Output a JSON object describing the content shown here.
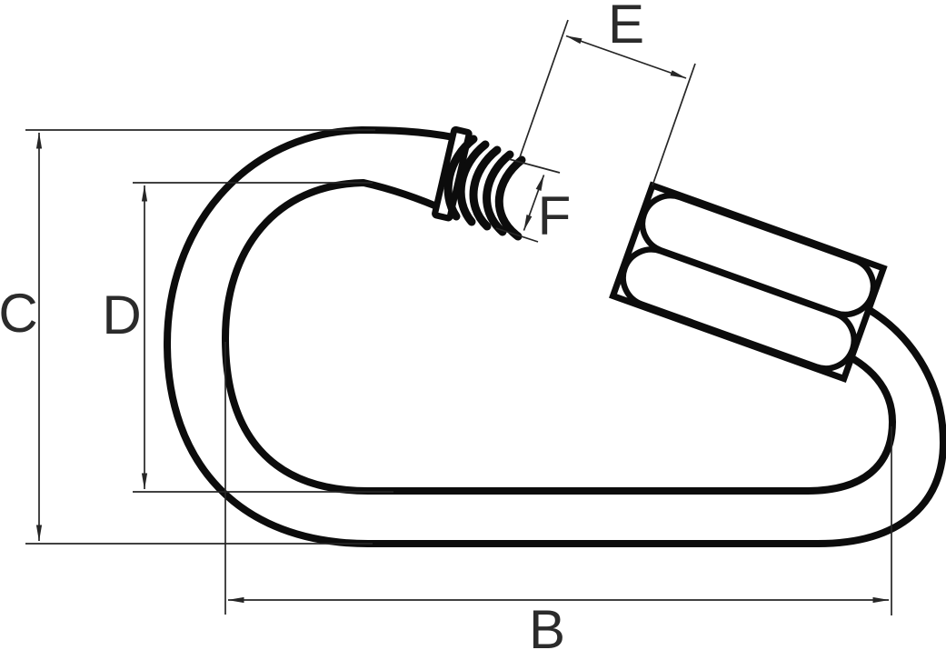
{
  "figure": {
    "kind": "technical dimension drawing",
    "subject": "quick link connector with screw gate",
    "background_color": "#ffffff",
    "drawing_color": "#0c0c0c",
    "dimension_line_color": "#262626",
    "label_color": "#2b2b2b"
  },
  "dimension_labels": {
    "b": "B",
    "c": "C",
    "d": "D",
    "e": "E",
    "f": "F"
  }
}
